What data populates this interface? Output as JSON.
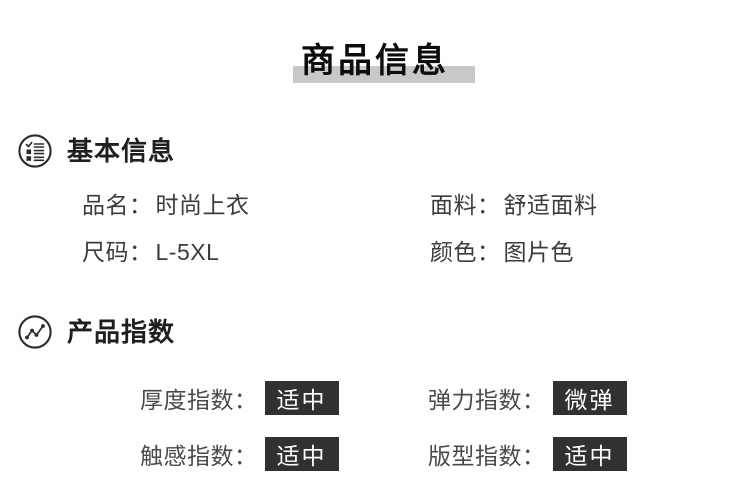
{
  "page": {
    "title": "商品信息",
    "highlight_color": "#c8c8c8",
    "badge_bg": "#313131",
    "badge_fg": "#ffffff"
  },
  "separator": "：",
  "sections": {
    "basic": {
      "heading": "基本信息",
      "icon": "checklist-icon",
      "fields": [
        {
          "label": "品名",
          "value": "时尚上衣"
        },
        {
          "label": "面料",
          "value": "舒适面料"
        },
        {
          "label": "尺码",
          "value": "L-5XL"
        },
        {
          "label": "颜色",
          "value": "图片色"
        }
      ]
    },
    "index": {
      "heading": "产品指数",
      "icon": "trend-icon",
      "metrics": [
        {
          "label": "厚度指数",
          "value": "适中"
        },
        {
          "label": "弹力指数",
          "value": "微弹"
        },
        {
          "label": "触感指数",
          "value": "适中"
        },
        {
          "label": "版型指数",
          "value": "适中"
        }
      ]
    }
  }
}
